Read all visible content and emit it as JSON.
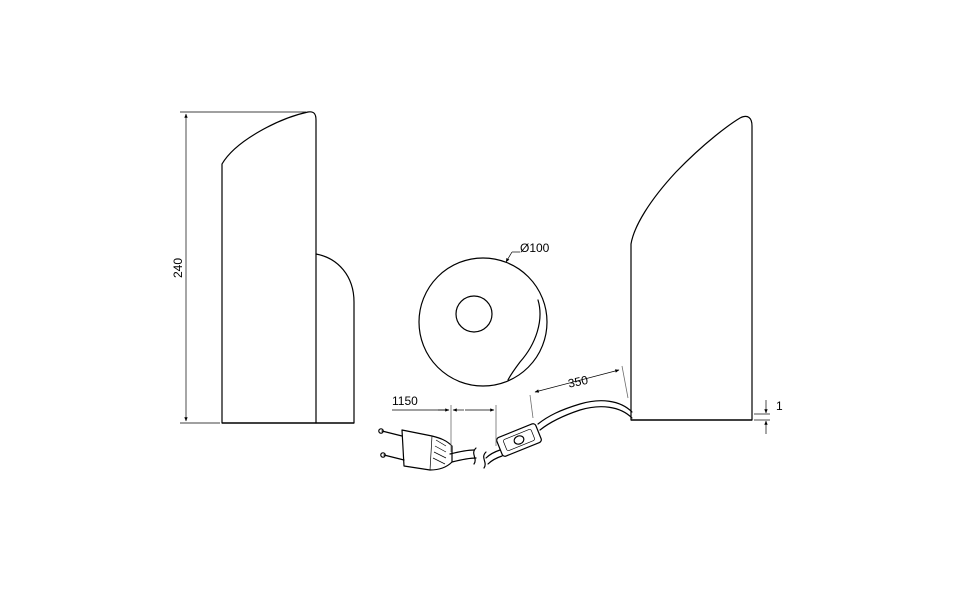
{
  "dimensions": {
    "height": "240",
    "diameter": "Ø100",
    "cable_to_switch": "350",
    "cable_total": "1150",
    "base_offset": "1"
  },
  "colors": {
    "line": "#000000",
    "dimension_gray": "#6c6c6c",
    "background": "#ffffff"
  }
}
